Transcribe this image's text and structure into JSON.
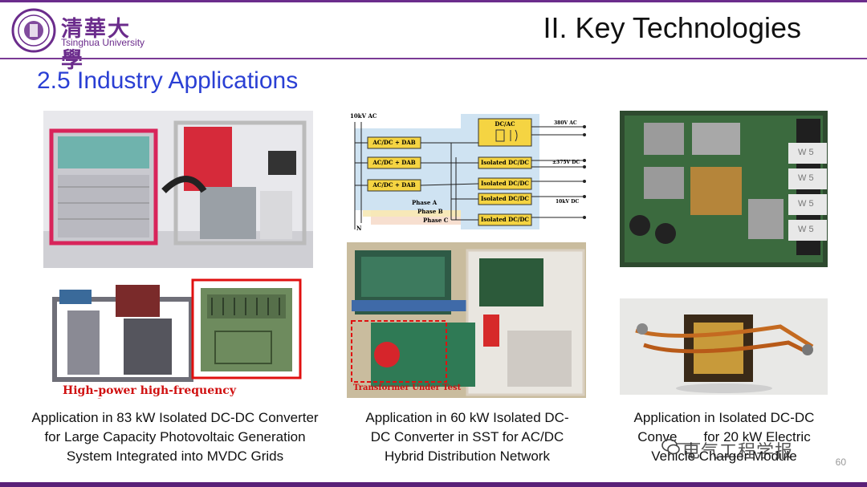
{
  "header": {
    "logo_cn": "清華大學",
    "logo_en": "Tsinghua University",
    "slide_title": "II. Key Technologies"
  },
  "section_title": "2.5 Industry Applications",
  "panels": {
    "left": {
      "cad_label": "High-power high-frequency transformer",
      "caption_lines": [
        "Application in 83 kW Isolated DC-DC Converter",
        "for Large Capacity Photovoltaic Generation",
        "System Integrated into MVDC Grids"
      ]
    },
    "middle": {
      "diagram": {
        "input_label": "10kV AC",
        "rect_label": "AC/DC + DAB",
        "phase_labels": [
          "Phase A",
          "Phase B",
          "Phase C"
        ],
        "n_label": "N",
        "dcac_label": "DC/AC",
        "isolated_label": "Isolated DC/DC",
        "out_380": "380V AC",
        "out_375": "±375V DC",
        "out_10k": "10kV DC"
      },
      "photo_label": "Transformer Under Test",
      "caption_lines": [
        "Application in 60 kW Isolated DC-",
        "DC Converter in SST for AC/DC",
        "Hybrid Distribution Network"
      ]
    },
    "right": {
      "board_labels": [
        "W 5",
        "W 5",
        "W 5",
        "W 5"
      ],
      "caption_lines": [
        "Application in Isolated DC-DC",
        "Conve___ for 20 kW Electric",
        "Vehicle Charger Module"
      ]
    }
  },
  "watermark": "电气工程学报",
  "page_number": "60",
  "colors": {
    "accent_purple": "#6b2c8c",
    "section_blue": "#2a3fd4",
    "highlight_red": "#d01010",
    "diagram_yellow": "#f5d442"
  }
}
